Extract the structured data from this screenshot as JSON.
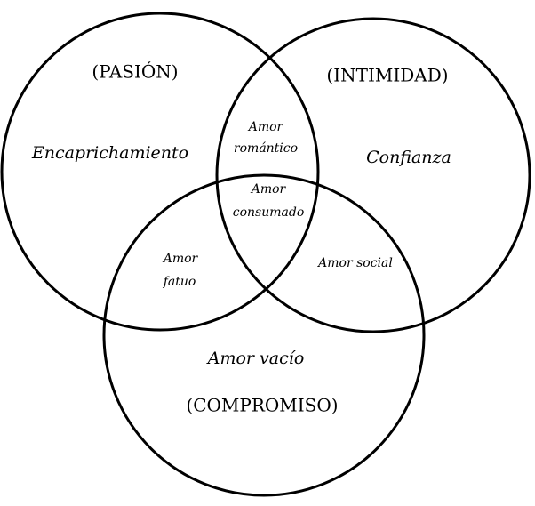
{
  "sets": {
    "passion": "(PASIÓN)",
    "intimacy": "(INTIMIDAD)",
    "commitment": "(COMPROMISO)"
  },
  "regions": {
    "infatuation": "Encaprichamiento",
    "liking": "Confianza",
    "empty_love": "Amor vacío",
    "romantic_love": [
      "Amor",
      "romántico"
    ],
    "consummate_love": [
      "Amor",
      "consumado"
    ],
    "fatuous_love": [
      "Amor",
      "fatuo"
    ],
    "companionate_love": "Amor social"
  },
  "colors": {
    "stroke": "#000000",
    "background": "#ffffff"
  }
}
